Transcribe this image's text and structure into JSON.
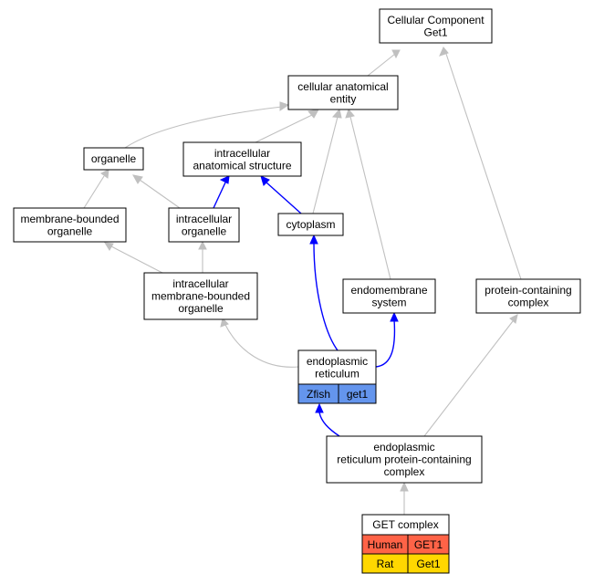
{
  "nodes": {
    "cellular_component": [
      "Cellular Component",
      "Get1"
    ],
    "cellular_anatomical_entity": [
      "cellular anatomical",
      "entity"
    ],
    "organelle": [
      "organelle"
    ],
    "intracellular_anatomical_structure": [
      "intracellular",
      "anatomical structure"
    ],
    "membrane_bounded_organelle": [
      "membrane-bounded",
      "organelle"
    ],
    "intracellular_organelle": [
      "intracellular",
      "organelle"
    ],
    "cytoplasm": [
      "cytoplasm"
    ],
    "intracellular_membrane_bounded_organelle": [
      "intracellular",
      "membrane-bounded",
      "organelle"
    ],
    "endomembrane_system": [
      "endomembrane",
      "system"
    ],
    "protein_containing_complex": [
      "protein-containing",
      "complex"
    ],
    "endoplasmic_reticulum": [
      "endoplasmic",
      "reticulum"
    ],
    "er_protein_containing_complex": [
      "endoplasmic",
      "reticulum protein-containing",
      "complex"
    ],
    "get_complex": [
      "GET complex"
    ]
  },
  "annotations": {
    "endoplasmic_reticulum": [
      {
        "species": "Zfish",
        "gene": "get1",
        "color": "#6495ed"
      }
    ],
    "get_complex": [
      {
        "species": "Human",
        "gene": "GET1",
        "color": "#ff6347"
      },
      {
        "species": "Rat",
        "gene": "Get1",
        "color": "#ffd700"
      }
    ]
  },
  "edge_colors": {
    "highlight": "#0000ff",
    "normal": "#c0c0c0"
  }
}
